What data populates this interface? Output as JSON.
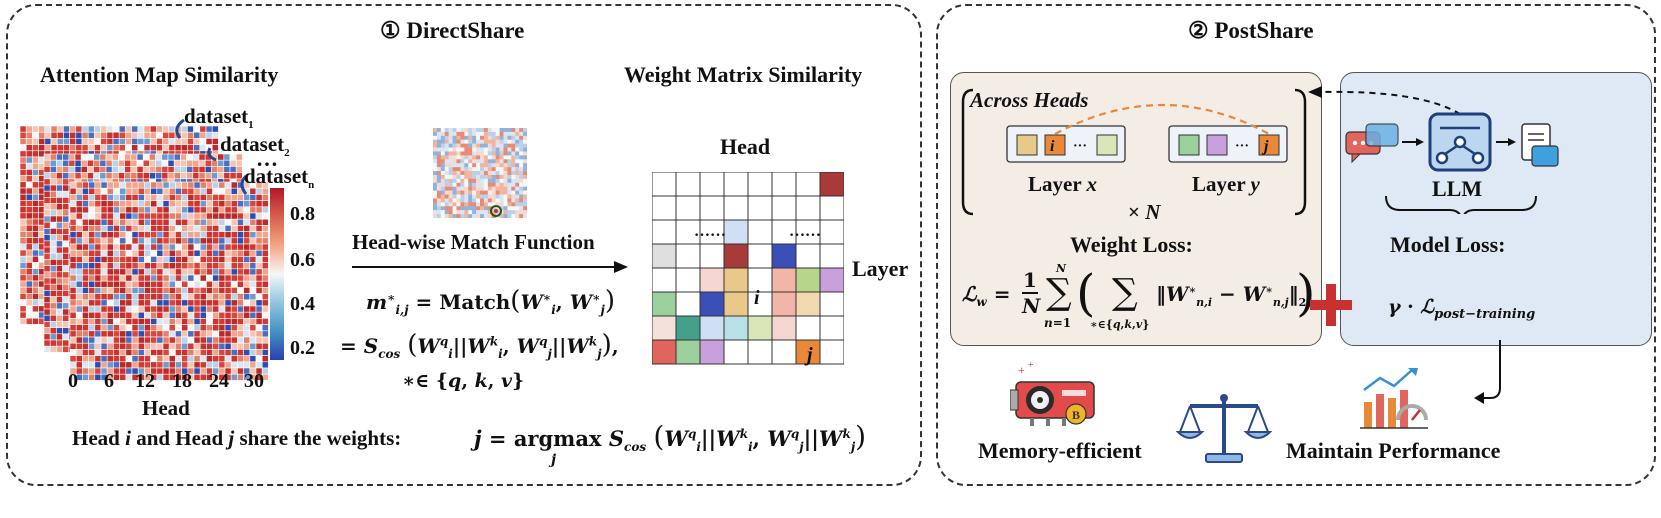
{
  "direct": {
    "title": "① DirectShare",
    "attn_title": "Attention Map Similarity",
    "weight_title": "Weight Matrix Similarity",
    "datasets": [
      "dataset",
      "dataset",
      "dataset"
    ],
    "dataset_subs": [
      "1",
      "2",
      "n"
    ],
    "dots": "…",
    "colorbar_ticks": [
      "0.8",
      "0.6",
      "0.4",
      "0.2"
    ],
    "x_ticks": [
      "0",
      "6",
      "12",
      "18",
      "24",
      "30"
    ],
    "x_label": "Head",
    "match_label": "Head-wise Match Function",
    "eq1": "m*i,j = Match(W*i, W*j)",
    "eq2": "= Scos(Wqi||Wki, Wqj||Wkj),",
    "eq3": "∗∈ {q, k, v}",
    "grid_head": "Head",
    "grid_layer": "Layer",
    "grid_dots": "……",
    "grid_i": "i",
    "grid_j": "j",
    "bottom_text": "Head i and Head j share the weights:",
    "bottom_eq": "j = argmax Scos(Wqi||Wki, Wqj||Wkj)",
    "argmax_sub": "j"
  },
  "post": {
    "title": "② PostShare",
    "across": "Across Heads",
    "layer_x": "Layer x",
    "layer_y": "Layer y",
    "times_n": "× N",
    "head_i": "i",
    "head_j": "j",
    "dots": "···",
    "weight_loss": "Weight Loss:",
    "weight_eq": "ℒw = (1/N) Σn=1..N ( Σ∗∈{q,k,v} ‖W*n,i − W*n,j‖2 )",
    "llm": "LLM",
    "model_loss": "Model Loss:",
    "model_eq": "γ · ℒpost−training",
    "mem": "Memory-efficient",
    "perf": "Maintain Performance"
  },
  "colors": {
    "red": "#c8312f",
    "blue": "#3a50b8",
    "orange": "#e8893a",
    "beige": "#f3ede6",
    "lightblue": "#dfe9f5"
  }
}
